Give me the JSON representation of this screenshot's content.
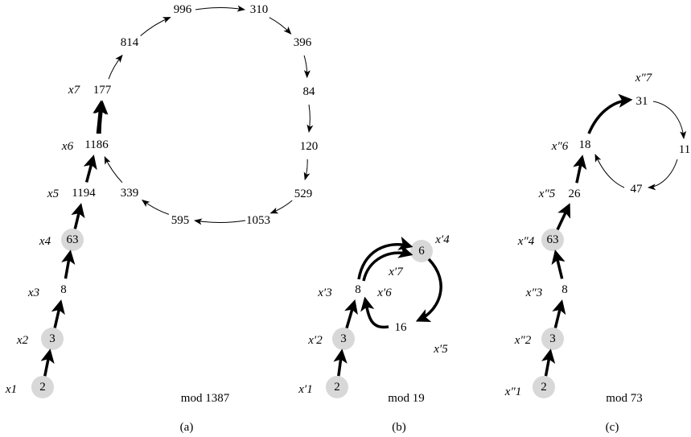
{
  "panels": [
    {
      "nodes": [
        "2",
        "3",
        "8",
        "63",
        "1194",
        "1186",
        "177",
        "814",
        "996",
        "310",
        "396",
        "84",
        "120",
        "529",
        "1053",
        "595",
        "339"
      ],
      "labels": [
        "x1",
        "x2",
        "x3",
        "x4",
        "x5",
        "x6",
        "x7"
      ],
      "modulus": "mod 1387",
      "caption": "(a)"
    },
    {
      "nodes": [
        "2",
        "3",
        "8",
        "6",
        "16"
      ],
      "labels": [
        "x′1",
        "x′2",
        "x′3",
        "x′4",
        "x′5",
        "x′6",
        "x′7"
      ],
      "modulus": "mod 19",
      "caption": "(b)"
    },
    {
      "nodes": [
        "2",
        "3",
        "8",
        "63",
        "26",
        "18",
        "31",
        "11",
        "47"
      ],
      "labels": [
        "x″1",
        "x″2",
        "x″3",
        "x″4",
        "x″5",
        "x″6",
        "x″7"
      ],
      "modulus": "mod 73",
      "caption": "(c)"
    }
  ]
}
